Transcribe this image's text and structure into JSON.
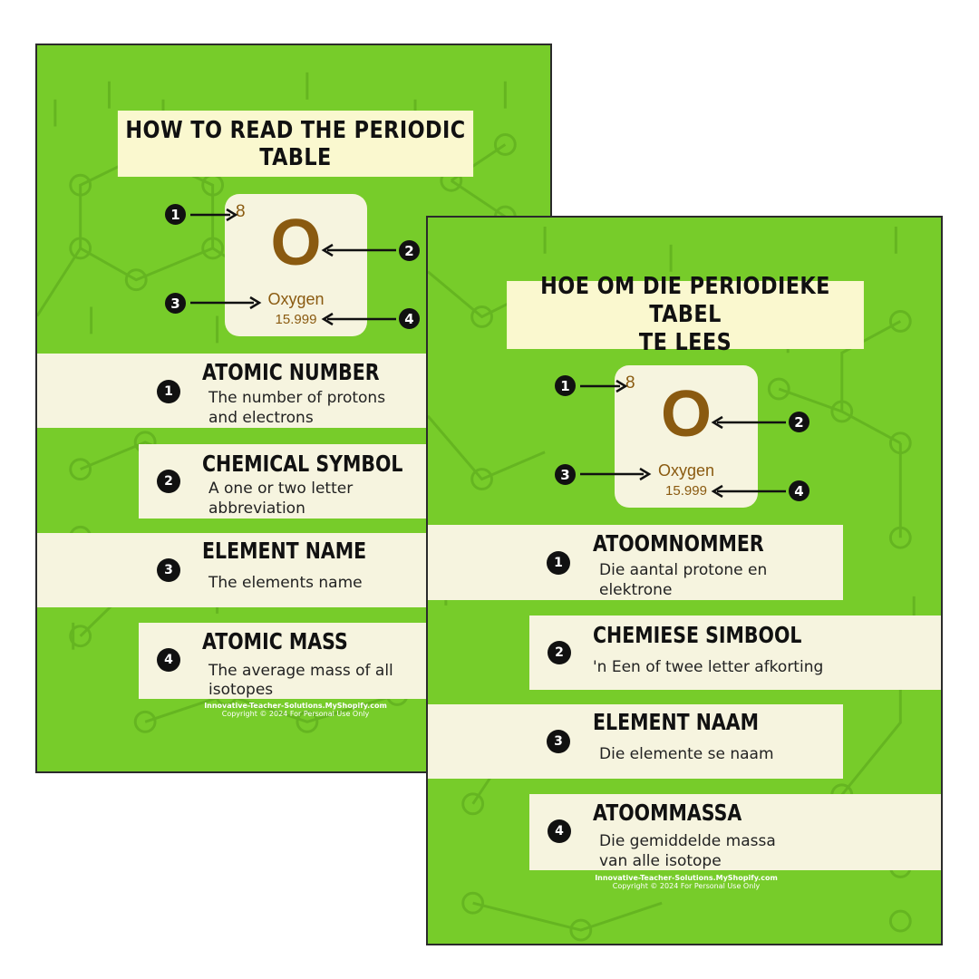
{
  "english": {
    "title": "How to read the Periodic Table",
    "element": {
      "number": "8",
      "symbol": "O",
      "name": "Oxygen",
      "mass": "15.999"
    },
    "callouts": [
      "1",
      "2",
      "3",
      "4"
    ],
    "items": [
      {
        "num": "1",
        "heading": "Atomic Number",
        "desc1": "The number of protons",
        "desc2": "and electrons"
      },
      {
        "num": "2",
        "heading": "Chemical Symbol",
        "desc1": "A one or two letter",
        "desc2": "abbreviation"
      },
      {
        "num": "3",
        "heading": "Element Name",
        "desc1": "The elements name",
        "desc2": ""
      },
      {
        "num": "4",
        "heading": "Atomic Mass",
        "desc1": "The average mass of all",
        "desc2": "isotopes"
      }
    ],
    "footer": {
      "site": "Innovative-Teacher-Solutions.MyShopify.com",
      "copyright": "Copyright © 2024  For Personal Use Only"
    }
  },
  "afrikaans": {
    "title_line1": "Hoe om die periodieke tabel",
    "title_line2": "te lees",
    "element": {
      "number": "8",
      "symbol": "O",
      "name": "Oxygen",
      "mass": "15.999"
    },
    "callouts": [
      "1",
      "2",
      "3",
      "4"
    ],
    "items": [
      {
        "num": "1",
        "heading": "Atoomnommer",
        "desc1": "Die aantal protone en",
        "desc2": "elektrone"
      },
      {
        "num": "2",
        "heading": "Chemiese Simbool",
        "desc1": "'n Een of twee letter afkorting",
        "desc2": ""
      },
      {
        "num": "3",
        "heading": "Element Naam",
        "desc1": "Die elemente se naam",
        "desc2": ""
      },
      {
        "num": "4",
        "heading": "Atoommassa",
        "desc1": "Die gemiddelde massa",
        "desc2": "van alle isotope"
      }
    ],
    "footer": {
      "site": "Innovative-Teacher-Solutions.MyShopify.com",
      "copyright": "Copyright © 2024  For Personal Use Only"
    }
  },
  "colors": {
    "poster_green": "#77cc2a",
    "cream": "#f6f4df",
    "title_yellow": "#faf8cf",
    "element_brown": "#8a5a10"
  }
}
